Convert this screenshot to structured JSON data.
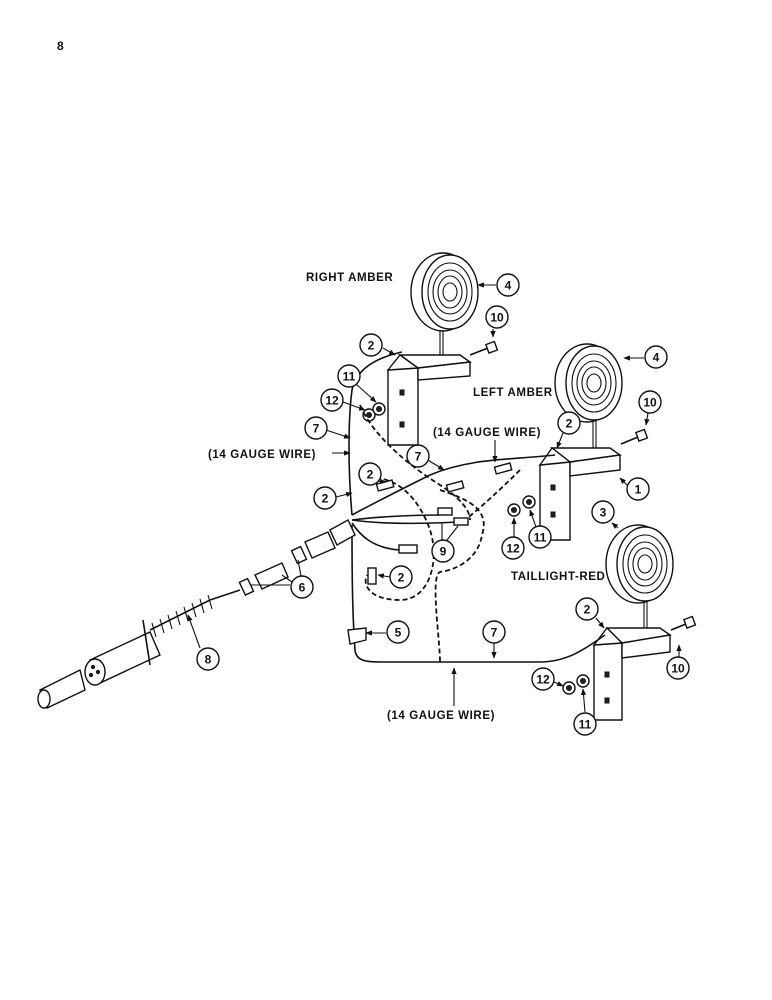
{
  "page_number": "8",
  "labels": {
    "right_amber": "RIGHT AMBER",
    "left_amber": "LEFT AMBER",
    "taillight_red": "TAILLIGHT-RED",
    "gauge_wire_1": "(14 GAUGE WIRE)",
    "gauge_wire_2": "(14 GAUGE WIRE)",
    "gauge_wire_3": "(14 GAUGE WIRE)"
  },
  "callouts": [
    "1",
    "2",
    "2",
    "2",
    "2",
    "2",
    "3",
    "4",
    "4",
    "5",
    "6",
    "7",
    "7",
    "7",
    "8",
    "9",
    "10",
    "10",
    "11",
    "11",
    "11",
    "12",
    "12",
    "12"
  ]
}
